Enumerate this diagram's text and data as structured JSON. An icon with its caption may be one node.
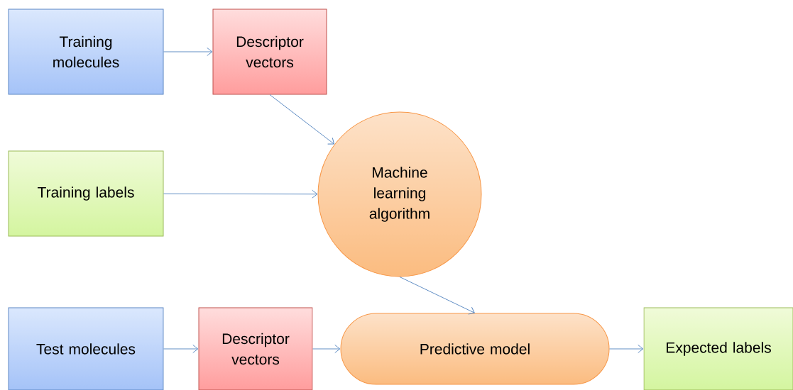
{
  "diagram": {
    "nodes": [
      {
        "text": [
          "Training molecules"
        ]
      },
      {
        "text": [
          "Descriptor vectors"
        ]
      },
      {
        "text": [
          "Training labels"
        ]
      },
      {
        "text": [
          "Machine learning algorithm"
        ]
      },
      {
        "text": [
          "Test molecules"
        ]
      },
      {
        "text": [
          "Descriptor vectors"
        ]
      },
      {
        "text": [
          "Predictive model"
        ]
      },
      {
        "text": [
          "Expected labels"
        ]
      }
    ],
    "edges": [
      {
        "from": 0,
        "to": 1,
        "arrow": "to"
      },
      {
        "from": 1,
        "to": 3,
        "arrow": "to"
      },
      {
        "from": 2,
        "to": 3,
        "arrow": "to"
      },
      {
        "from": 3,
        "to": 6,
        "arrow": "to"
      },
      {
        "from": 4,
        "to": 5,
        "arrow": "to"
      },
      {
        "from": 5,
        "to": 6,
        "arrow": "to"
      },
      {
        "from": 6,
        "to": 7,
        "arrow": "to"
      }
    ]
  }
}
